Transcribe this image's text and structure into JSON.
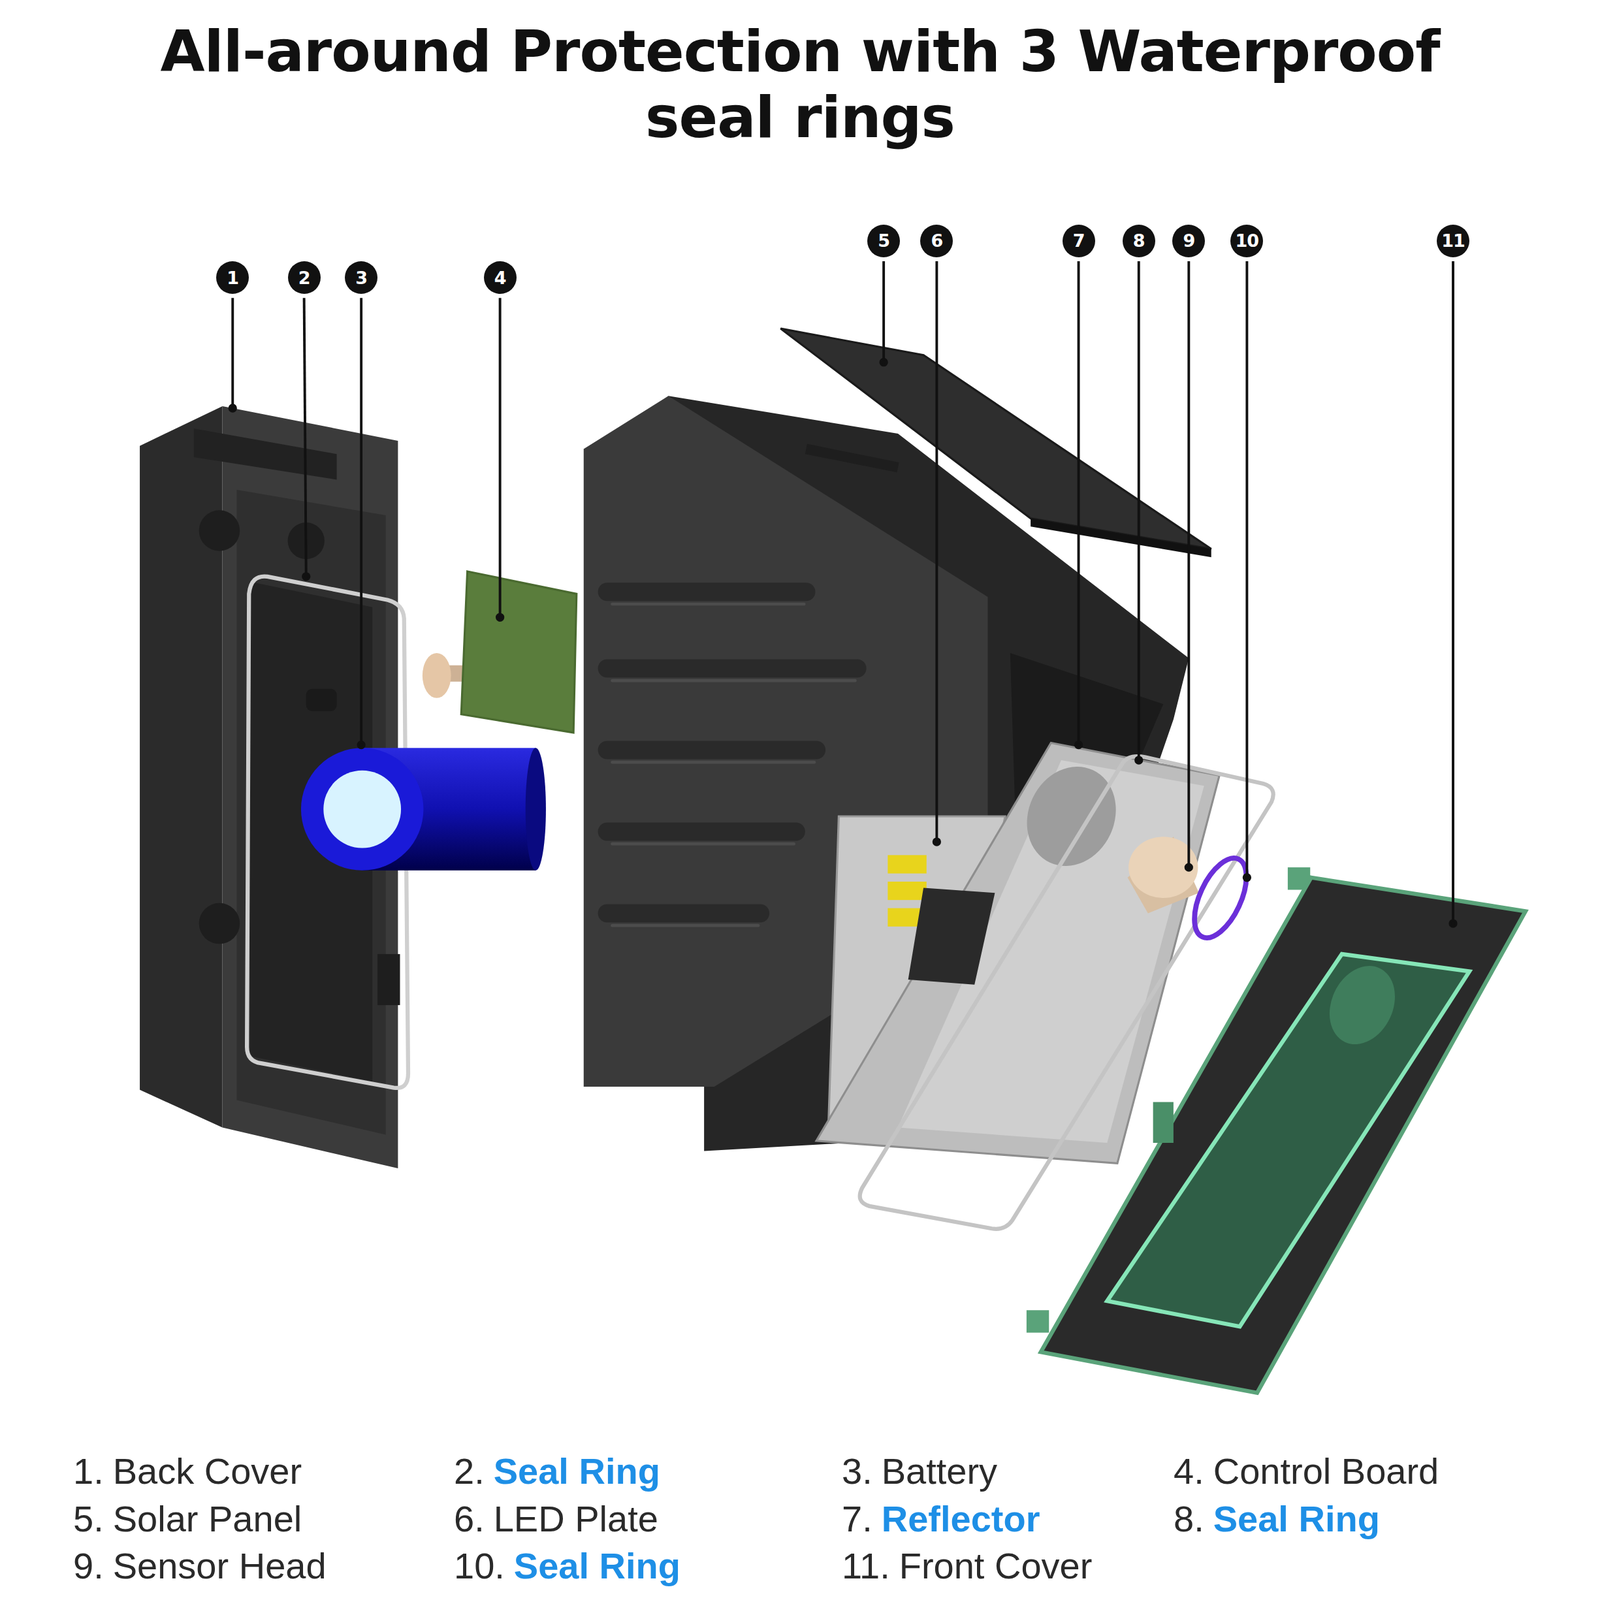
{
  "diagram": {
    "title": "All-around Protection with 3 Waterproof seal rings",
    "labels": [
      "1",
      "2",
      "3",
      "4",
      "5",
      "6",
      "7",
      "8",
      "9",
      "10",
      "11",
      "1.",
      "Back Cover",
      "2.",
      "Seal Ring",
      "3.",
      "Battery",
      "4.",
      "Control Board",
      "5.",
      "Solar Panel",
      "6.",
      "LED Plate",
      "7.",
      "Reflector",
      "8.",
      "Seal Ring",
      "9.",
      "Sensor Head",
      "10.",
      "Seal Ring",
      "11.",
      "Front Cover"
    ]
  }
}
